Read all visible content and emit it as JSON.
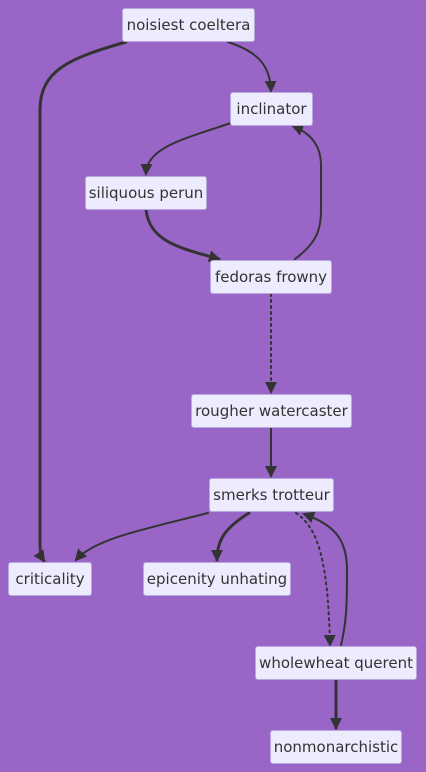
{
  "diagram": {
    "type": "flowchart",
    "nodes": {
      "n1": "noisiest coeltera",
      "n2": "inclinator",
      "n3": "siliquous perun",
      "n4": "fedoras frowny",
      "n5": "rougher watercaster",
      "n6": "smerks trotteur",
      "n7": "criticality",
      "n8": "epicenity unhating",
      "n9": "wholewheat querent",
      "n10": "nonmonarchistic"
    },
    "edges": [
      {
        "from": "noisiest coeltera",
        "to": "inclinator",
        "style": "normal"
      },
      {
        "from": "noisiest coeltera",
        "to": "criticality",
        "style": "thick"
      },
      {
        "from": "inclinator",
        "to": "siliquous perun",
        "style": "normal"
      },
      {
        "from": "siliquous perun",
        "to": "fedoras frowny",
        "style": "thick"
      },
      {
        "from": "fedoras frowny",
        "to": "inclinator",
        "style": "normal"
      },
      {
        "from": "fedoras frowny",
        "to": "rougher watercaster",
        "style": "dotted"
      },
      {
        "from": "rougher watercaster",
        "to": "smerks trotteur",
        "style": "normal"
      },
      {
        "from": "smerks trotteur",
        "to": "criticality",
        "style": "normal"
      },
      {
        "from": "smerks trotteur",
        "to": "epicenity unhating",
        "style": "thick"
      },
      {
        "from": "smerks trotteur",
        "to": "wholewheat querent",
        "style": "dotted"
      },
      {
        "from": "wholewheat querent",
        "to": "smerks trotteur",
        "style": "normal"
      },
      {
        "from": "wholewheat querent",
        "to": "nonmonarchistic",
        "style": "thick"
      }
    ],
    "colors": {
      "background": "#9966c8",
      "node_fill": "#ececfe",
      "node_border": "#b9a8e0",
      "edge": "#333333",
      "text": "#333333"
    }
  }
}
